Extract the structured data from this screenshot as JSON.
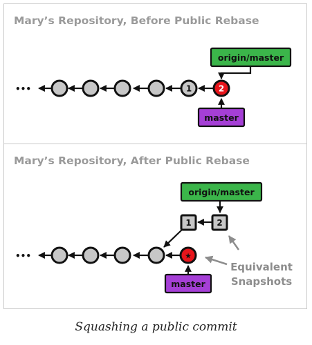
{
  "colors": {
    "commit_fill": "#c7c7c7",
    "commit_stroke": "#111111",
    "highlight_commit": "#e8151b",
    "origin_label": "#3bb54a",
    "master_label": "#a53fd6",
    "annotation_arrow": "#8d8d8d",
    "title_text": "#9a9a9a"
  },
  "before": {
    "title": "Mary’s Repository, Before Public Rebase",
    "ellipsis": "•••",
    "commits": [
      {
        "label": ""
      },
      {
        "label": ""
      },
      {
        "label": ""
      },
      {
        "label": ""
      },
      {
        "label": "1"
      },
      {
        "label": "2",
        "highlight": true
      }
    ],
    "origin_label": "origin/master",
    "master_label": "master"
  },
  "after": {
    "title": "Mary’s Repository, After Public Rebase",
    "ellipsis": "•••",
    "commits": [
      {
        "label": ""
      },
      {
        "label": ""
      },
      {
        "label": ""
      },
      {
        "label": ""
      },
      {
        "label": "★",
        "highlight": true
      }
    ],
    "old_commits": [
      {
        "label": "1"
      },
      {
        "label": "2"
      }
    ],
    "origin_label": "origin/master",
    "master_label": "master",
    "annotation_line1": "Equivalent",
    "annotation_line2": "Snapshots"
  },
  "caption": "Squashing a public commit"
}
